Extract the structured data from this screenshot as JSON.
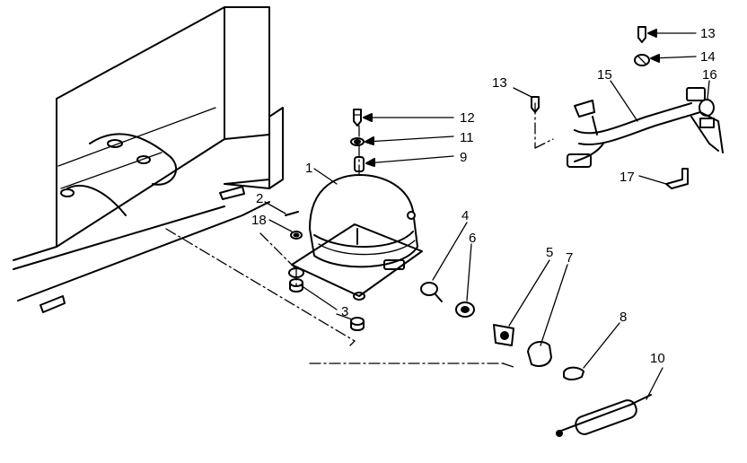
{
  "diagram": {
    "callouts": {
      "c1": "1",
      "c2": "2",
      "c3": "3",
      "c4": "4",
      "c5": "5",
      "c6": "6",
      "c7": "7",
      "c8": "8",
      "c9": "9",
      "c10": "10",
      "c11": "11",
      "c12": "12",
      "c13a": "13",
      "c13b": "13",
      "c14": "14",
      "c15": "15",
      "c16": "16",
      "c17": "17",
      "c18": "18"
    }
  }
}
